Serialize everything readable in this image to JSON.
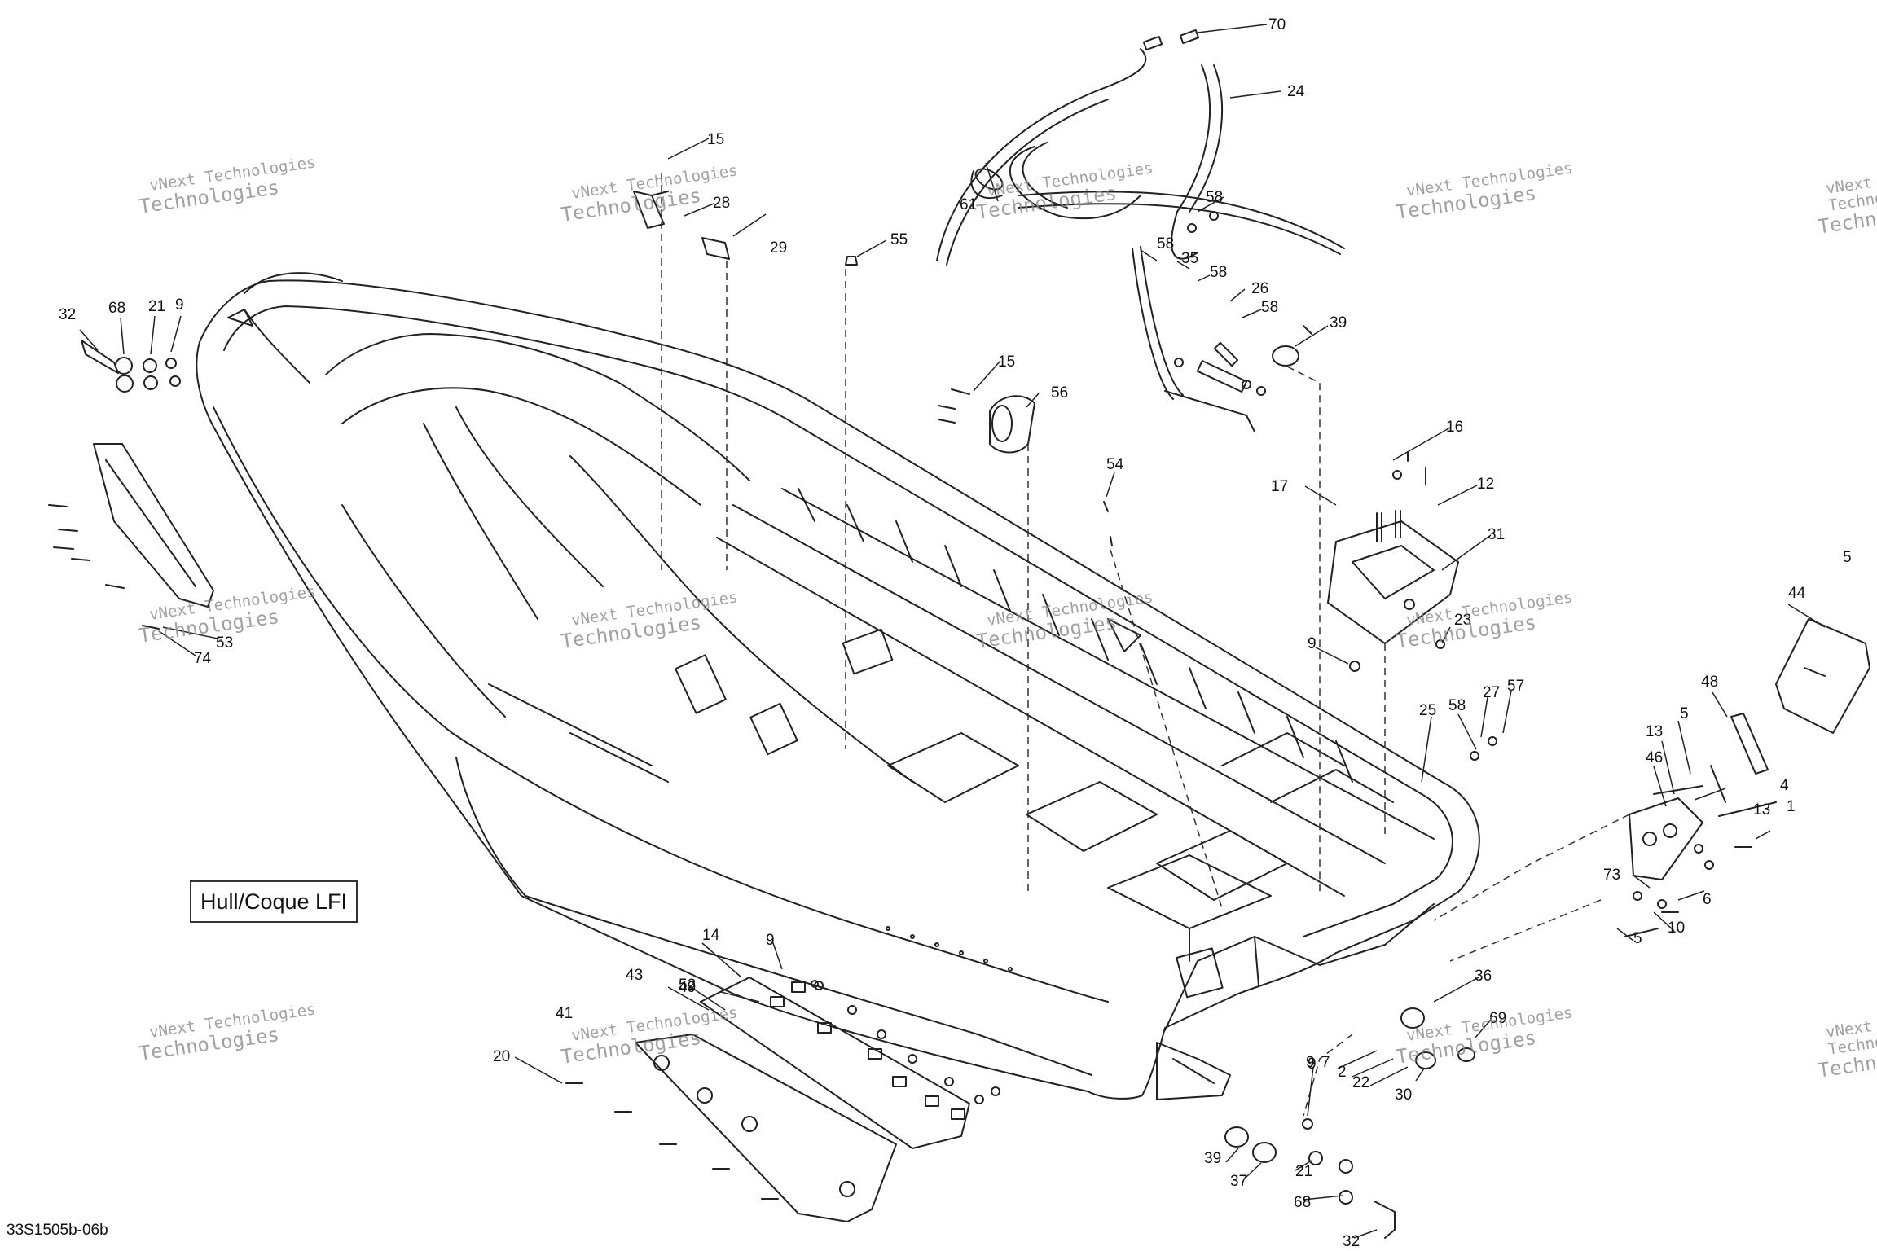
{
  "diagram": {
    "title": "Hull/Coque LFI",
    "drawing_code": "33S1505b-06b",
    "watermark": {
      "line1": "vNext",
      "line2": "Technologies",
      "combined": "vNext Technologies"
    },
    "callouts": [
      {
        "id": "c70",
        "label": "70"
      },
      {
        "id": "c24",
        "label": "24"
      },
      {
        "id": "c61",
        "label": "61"
      },
      {
        "id": "c58a",
        "label": "58"
      },
      {
        "id": "c58b",
        "label": "58"
      },
      {
        "id": "c35",
        "label": "35"
      },
      {
        "id": "c58c",
        "label": "58"
      },
      {
        "id": "c26",
        "label": "26"
      },
      {
        "id": "c58d",
        "label": "58"
      },
      {
        "id": "c39a",
        "label": "39"
      },
      {
        "id": "c15a",
        "label": "15"
      },
      {
        "id": "c28",
        "label": "28"
      },
      {
        "id": "c29",
        "label": "29"
      },
      {
        "id": "c55",
        "label": "55"
      },
      {
        "id": "c32a",
        "label": "32"
      },
      {
        "id": "c68a",
        "label": "68"
      },
      {
        "id": "c21a",
        "label": "21"
      },
      {
        "id": "c9a",
        "label": "9"
      },
      {
        "id": "c15b",
        "label": "15"
      },
      {
        "id": "c56",
        "label": "56"
      },
      {
        "id": "c54",
        "label": "54"
      },
      {
        "id": "c16",
        "label": "16"
      },
      {
        "id": "c17",
        "label": "17"
      },
      {
        "id": "c12",
        "label": "12"
      },
      {
        "id": "c31",
        "label": "31"
      },
      {
        "id": "c23",
        "label": "23"
      },
      {
        "id": "c9b",
        "label": "9"
      },
      {
        "id": "c53",
        "label": "53"
      },
      {
        "id": "c74",
        "label": "74"
      },
      {
        "id": "c5a",
        "label": "5"
      },
      {
        "id": "c44",
        "label": "44"
      },
      {
        "id": "c48",
        "label": "48"
      },
      {
        "id": "c25",
        "label": "25"
      },
      {
        "id": "c58e",
        "label": "58"
      },
      {
        "id": "c27",
        "label": "27"
      },
      {
        "id": "c57",
        "label": "57"
      },
      {
        "id": "c13a",
        "label": "13"
      },
      {
        "id": "c5b",
        "label": "5"
      },
      {
        "id": "c46",
        "label": "46"
      },
      {
        "id": "c4",
        "label": "4"
      },
      {
        "id": "c13b",
        "label": "13"
      },
      {
        "id": "c1",
        "label": "1"
      },
      {
        "id": "c73",
        "label": "73"
      },
      {
        "id": "c6",
        "label": "6"
      },
      {
        "id": "c10",
        "label": "10"
      },
      {
        "id": "c5c",
        "label": "5"
      },
      {
        "id": "c14",
        "label": "14"
      },
      {
        "id": "c9c",
        "label": "9"
      },
      {
        "id": "c49",
        "label": "49"
      },
      {
        "id": "c43",
        "label": "43"
      },
      {
        "id": "c52",
        "label": "52"
      },
      {
        "id": "c41",
        "label": "41"
      },
      {
        "id": "c20",
        "label": "20"
      },
      {
        "id": "c36",
        "label": "36"
      },
      {
        "id": "c69",
        "label": "69"
      },
      {
        "id": "c9d",
        "label": "9"
      },
      {
        "id": "c7",
        "label": "7"
      },
      {
        "id": "c2",
        "label": "2"
      },
      {
        "id": "c22",
        "label": "22"
      },
      {
        "id": "c30",
        "label": "30"
      },
      {
        "id": "c9e",
        "label": "9"
      },
      {
        "id": "c39b",
        "label": "39"
      },
      {
        "id": "c21b",
        "label": "21"
      },
      {
        "id": "c37",
        "label": "37"
      },
      {
        "id": "c68b",
        "label": "68"
      },
      {
        "id": "c32b",
        "label": "32"
      }
    ]
  }
}
